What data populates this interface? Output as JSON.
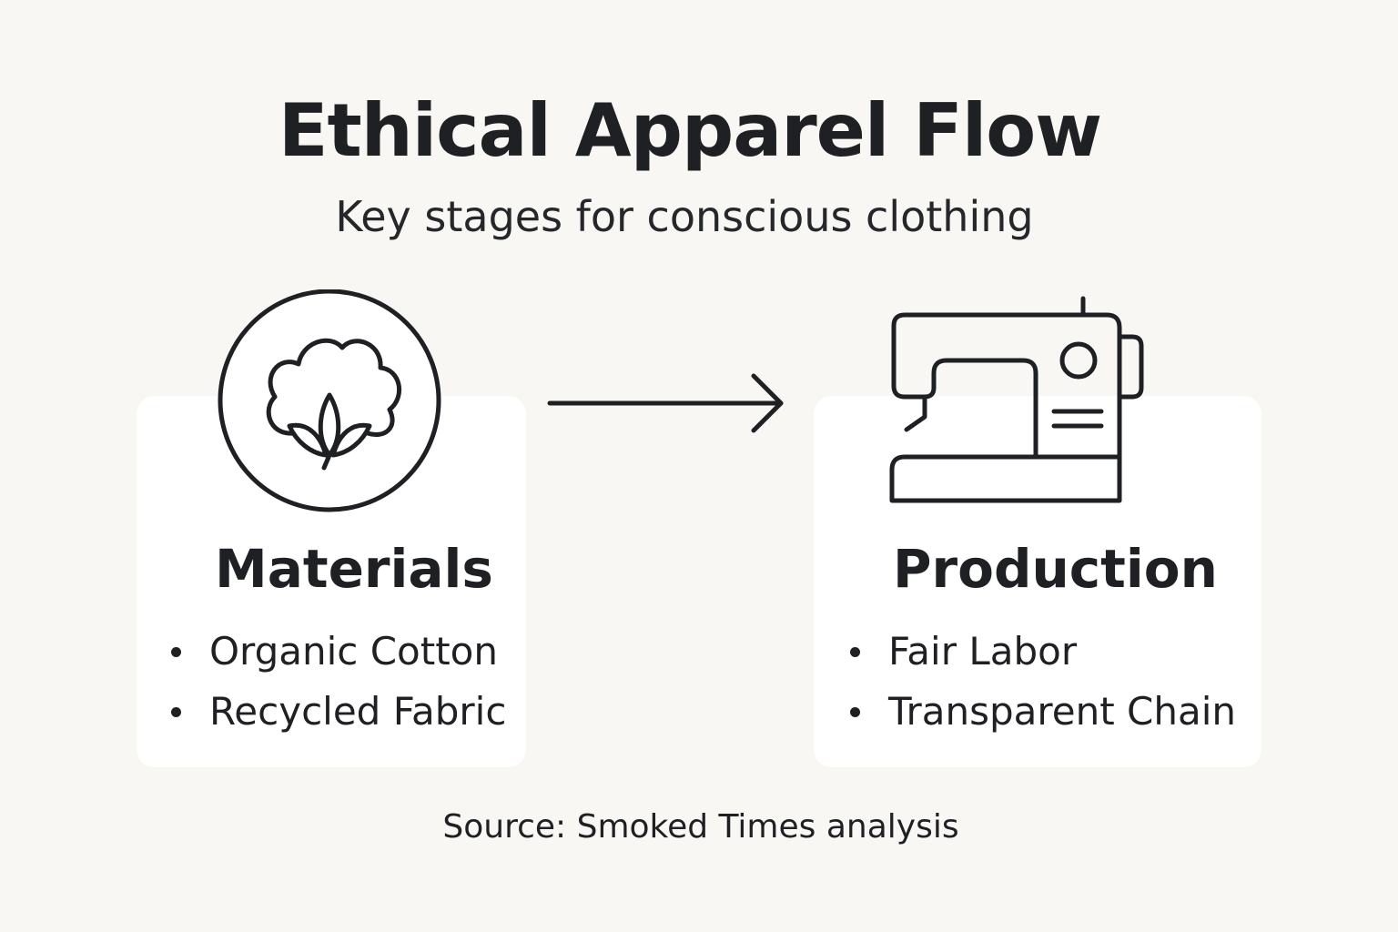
{
  "title": "Ethical Apparel Flow",
  "subtitle": "Key stages for conscious clothing",
  "stages": [
    {
      "icon": "cotton-icon",
      "title": "Materials",
      "items": [
        "Organic Cotton",
        "Recycled Fabric"
      ]
    },
    {
      "icon": "sewing-machine-icon",
      "title": "Production",
      "items": [
        "Fair Labor",
        "Transparent Chain"
      ]
    }
  ],
  "source": "Source: Smoked Times analysis",
  "colors": {
    "background": "#f8f7f4",
    "card": "#ffffff",
    "ink": "#1f2023"
  }
}
